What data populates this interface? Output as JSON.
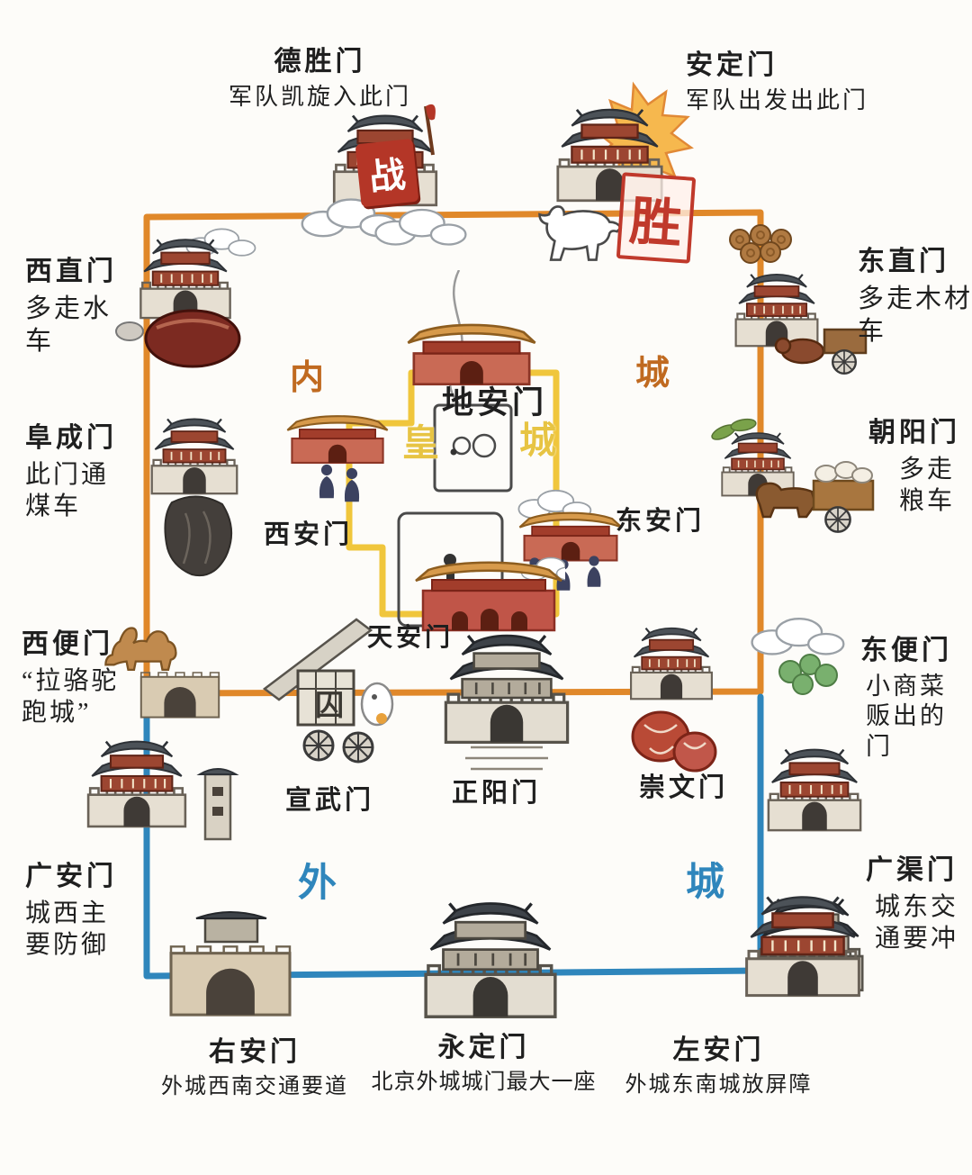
{
  "legend": {
    "inner_city": {
      "left_char": "内",
      "right_char": "城",
      "line_color": "#e0882a"
    },
    "imperial_city": {
      "left_char": "皇",
      "right_char": "城",
      "line_color": "#f0c63c"
    },
    "outer_city": {
      "left_char": "外",
      "right_char": "城",
      "line_color": "#2f86bc"
    }
  },
  "gates": {
    "deshengmen": {
      "name": "德胜门",
      "desc": "军队凯旋入此门",
      "banner": "战"
    },
    "andingmen": {
      "name": "安定门",
      "desc": "军队出发出此门",
      "banner": "胜"
    },
    "xizhimen": {
      "name": "西直门",
      "desc": "多走水\n车"
    },
    "dongzhimen": {
      "name": "东直门",
      "desc": "多走木材\n车"
    },
    "fuchengmen": {
      "name": "阜成门",
      "desc": "此门通\n煤车"
    },
    "chaoyangmen": {
      "name": "朝阳门",
      "desc": "多走\n粮车"
    },
    "xibianmen": {
      "name": "西便门",
      "desc": "“拉骆驼\n跑城”"
    },
    "dongbianmen": {
      "name": "东便门",
      "desc": "小商菜\n贩出的\n门"
    },
    "guanganmen": {
      "name": "广安门",
      "desc": "城西主\n要防御"
    },
    "guangqumen": {
      "name": "广渠门",
      "desc": "城东交\n通要冲"
    },
    "youanmen": {
      "name": "右安门",
      "desc": "外城西南交通要道"
    },
    "yongdingmen": {
      "name": "永定门",
      "desc": "北京外城城门最大一座"
    },
    "zuoanmen": {
      "name": "左安门",
      "desc": "外城东南城放屏障"
    },
    "dianmen": {
      "name": "地安门"
    },
    "xianmen": {
      "name": "西安门"
    },
    "donganmen": {
      "name": "东安门"
    },
    "tiananmen": {
      "name": "天安门"
    },
    "xuanwumen": {
      "name": "宣武门",
      "cart_char": "囚"
    },
    "zhengyangmen": {
      "name": "正阳门"
    },
    "chongwenmen": {
      "name": "崇文门"
    }
  }
}
